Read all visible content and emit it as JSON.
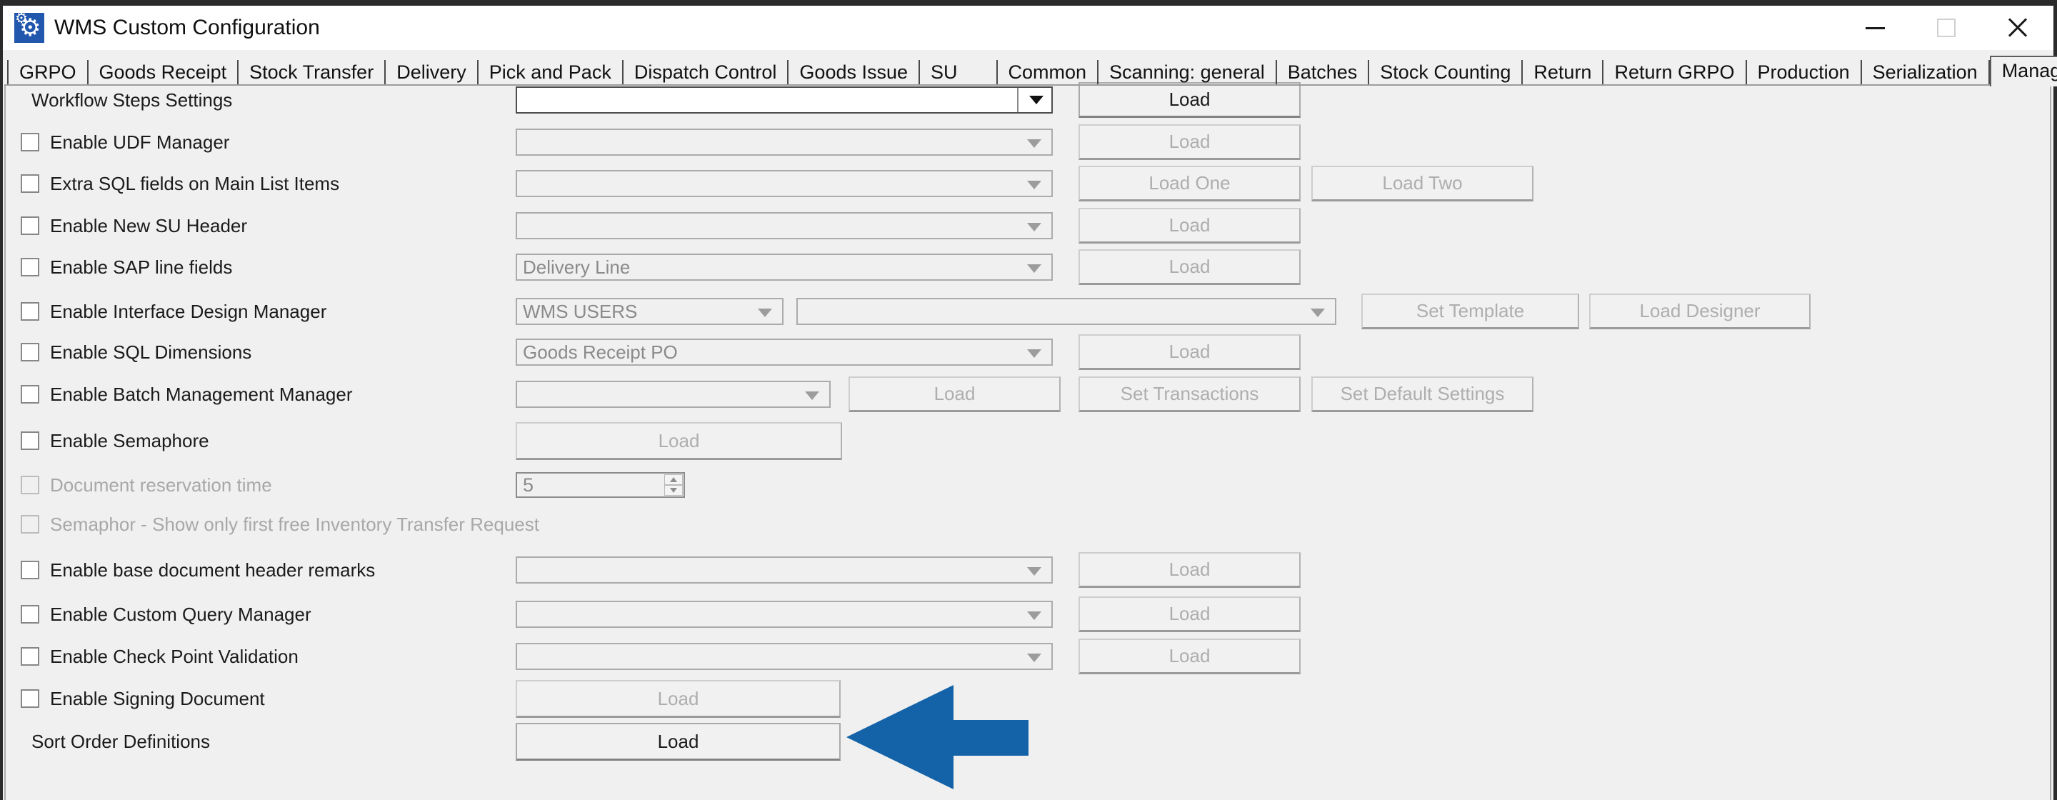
{
  "window": {
    "title": "WMS Custom Configuration"
  },
  "icons": {
    "gear": "⚙",
    "app_icon_color": "#2257ae",
    "arrow_color": "#1463a8"
  },
  "tabs": {
    "items": [
      "GRPO",
      "Goods Receipt",
      "Stock Transfer",
      "Delivery",
      "Pick and Pack",
      "Dispatch Control",
      "Goods Issue",
      "SU",
      "Common",
      "Scanning: general",
      "Batches",
      "Stock Counting",
      "Return",
      "Return GRPO",
      "Production",
      "Serialization",
      "Manager"
    ],
    "active": "Manager"
  },
  "rows": [
    {
      "label": "Workflow Steps Settings",
      "combo_value": "",
      "load_label": "Load"
    },
    {
      "label": "Enable UDF Manager",
      "combo_value": "",
      "load_label": "Load"
    },
    {
      "label": "Extra SQL fields on Main List Items",
      "combo_value": "",
      "load_one_label": "Load One",
      "load_two_label": "Load Two"
    },
    {
      "label": "Enable New SU Header",
      "combo_value": "",
      "load_label": "Load"
    },
    {
      "label": "Enable SAP line fields",
      "combo_value": "Delivery Line",
      "load_label": "Load"
    },
    {
      "label": "Enable Interface Design Manager",
      "users_combo_value": "WMS USERS",
      "combo_value": "",
      "set_template_label": "Set Template",
      "load_designer_label": "Load Designer"
    },
    {
      "label": "Enable SQL Dimensions",
      "combo_value": "Goods Receipt PO",
      "load_label": "Load"
    },
    {
      "label": "Enable Batch Management Manager",
      "combo_value": "",
      "load_label": "Load",
      "set_transactions_label": "Set Transactions",
      "set_default_label": "Set Default Settings"
    },
    {
      "label": "Enable Semaphore",
      "load_label": "Load"
    },
    {
      "label": "Document reservation time",
      "spinner_value": "5"
    },
    {
      "label": "Semaphor - Show only first free Inventory Transfer Request"
    },
    {
      "label": "Enable base document header remarks",
      "combo_value": "",
      "load_label": "Load"
    },
    {
      "label": "Enable Custom Query Manager",
      "combo_value": "",
      "load_label": "Load"
    },
    {
      "label": "Enable Check Point Validation",
      "combo_value": "",
      "load_label": "Load"
    },
    {
      "label": "Enable Signing Document",
      "load_label": "Load"
    },
    {
      "label": "Sort Order Definitions",
      "load_label": "Load"
    }
  ]
}
